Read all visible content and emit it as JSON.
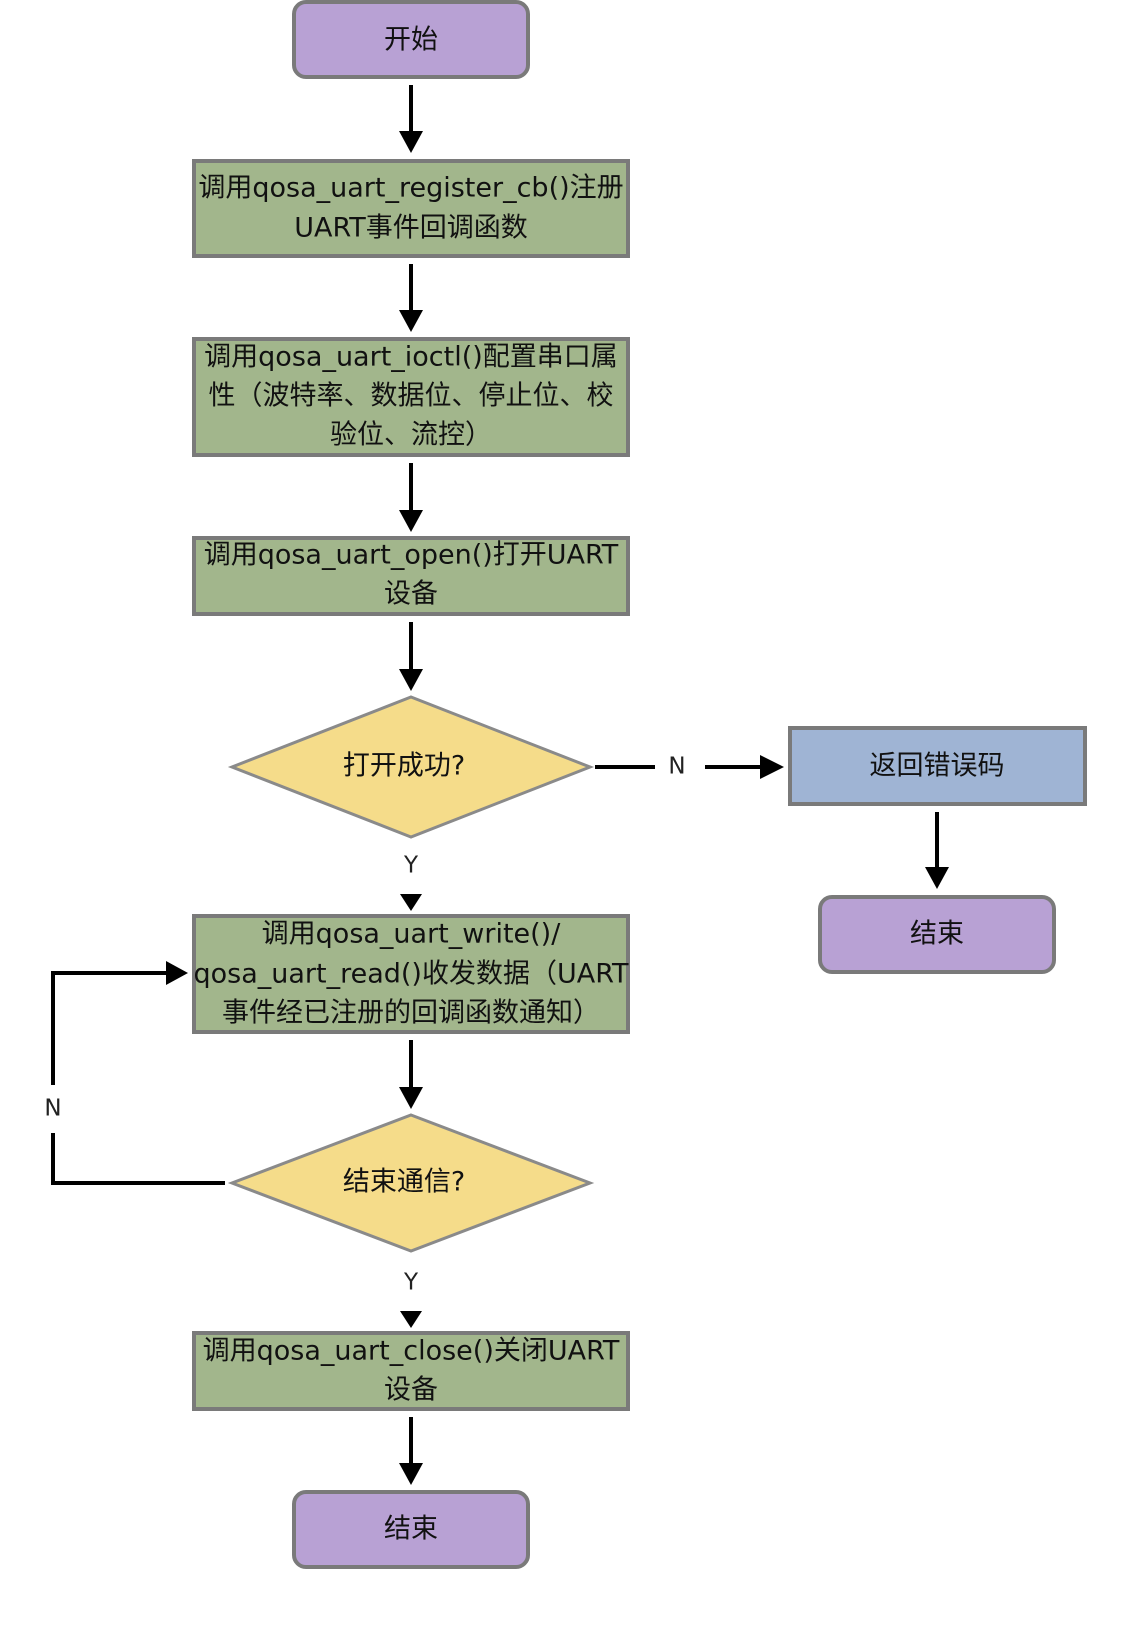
{
  "colors": {
    "terminal": "#b8a1d4",
    "process": "#a2b68c",
    "decision": "#f5dc8a",
    "error": "#9fb4d4",
    "line": "#000000"
  },
  "nodes": {
    "start": {
      "label": "开始"
    },
    "register_cb": {
      "lines": [
        "调用qosa_uart_register_cb()注册",
        "UART事件回调函数"
      ]
    },
    "ioctl": {
      "lines": [
        "调用qosa_uart_ioctl()配置串口属",
        "性（波特率、数据位、停止位、校",
        "验位、流控）"
      ]
    },
    "open": {
      "lines": [
        "调用qosa_uart_open()打开UART",
        "设备"
      ]
    },
    "open_ok": {
      "label": "打开成功?"
    },
    "return_error": {
      "label": "返回错误码"
    },
    "end_error": {
      "label": "结束"
    },
    "read_write": {
      "lines": [
        "调用qosa_uart_write()/",
        "qosa_uart_read()收发数据（UART",
        "事件经已注册的回调函数通知）"
      ]
    },
    "end_comm": {
      "label": "结束通信?"
    },
    "close": {
      "lines": [
        "调用qosa_uart_close()关闭UART",
        "设备"
      ]
    },
    "end": {
      "label": "结束"
    }
  },
  "edges": {
    "open_ok_no": "N",
    "open_ok_yes": "Y",
    "end_comm_no": "N",
    "end_comm_yes": "Y"
  }
}
